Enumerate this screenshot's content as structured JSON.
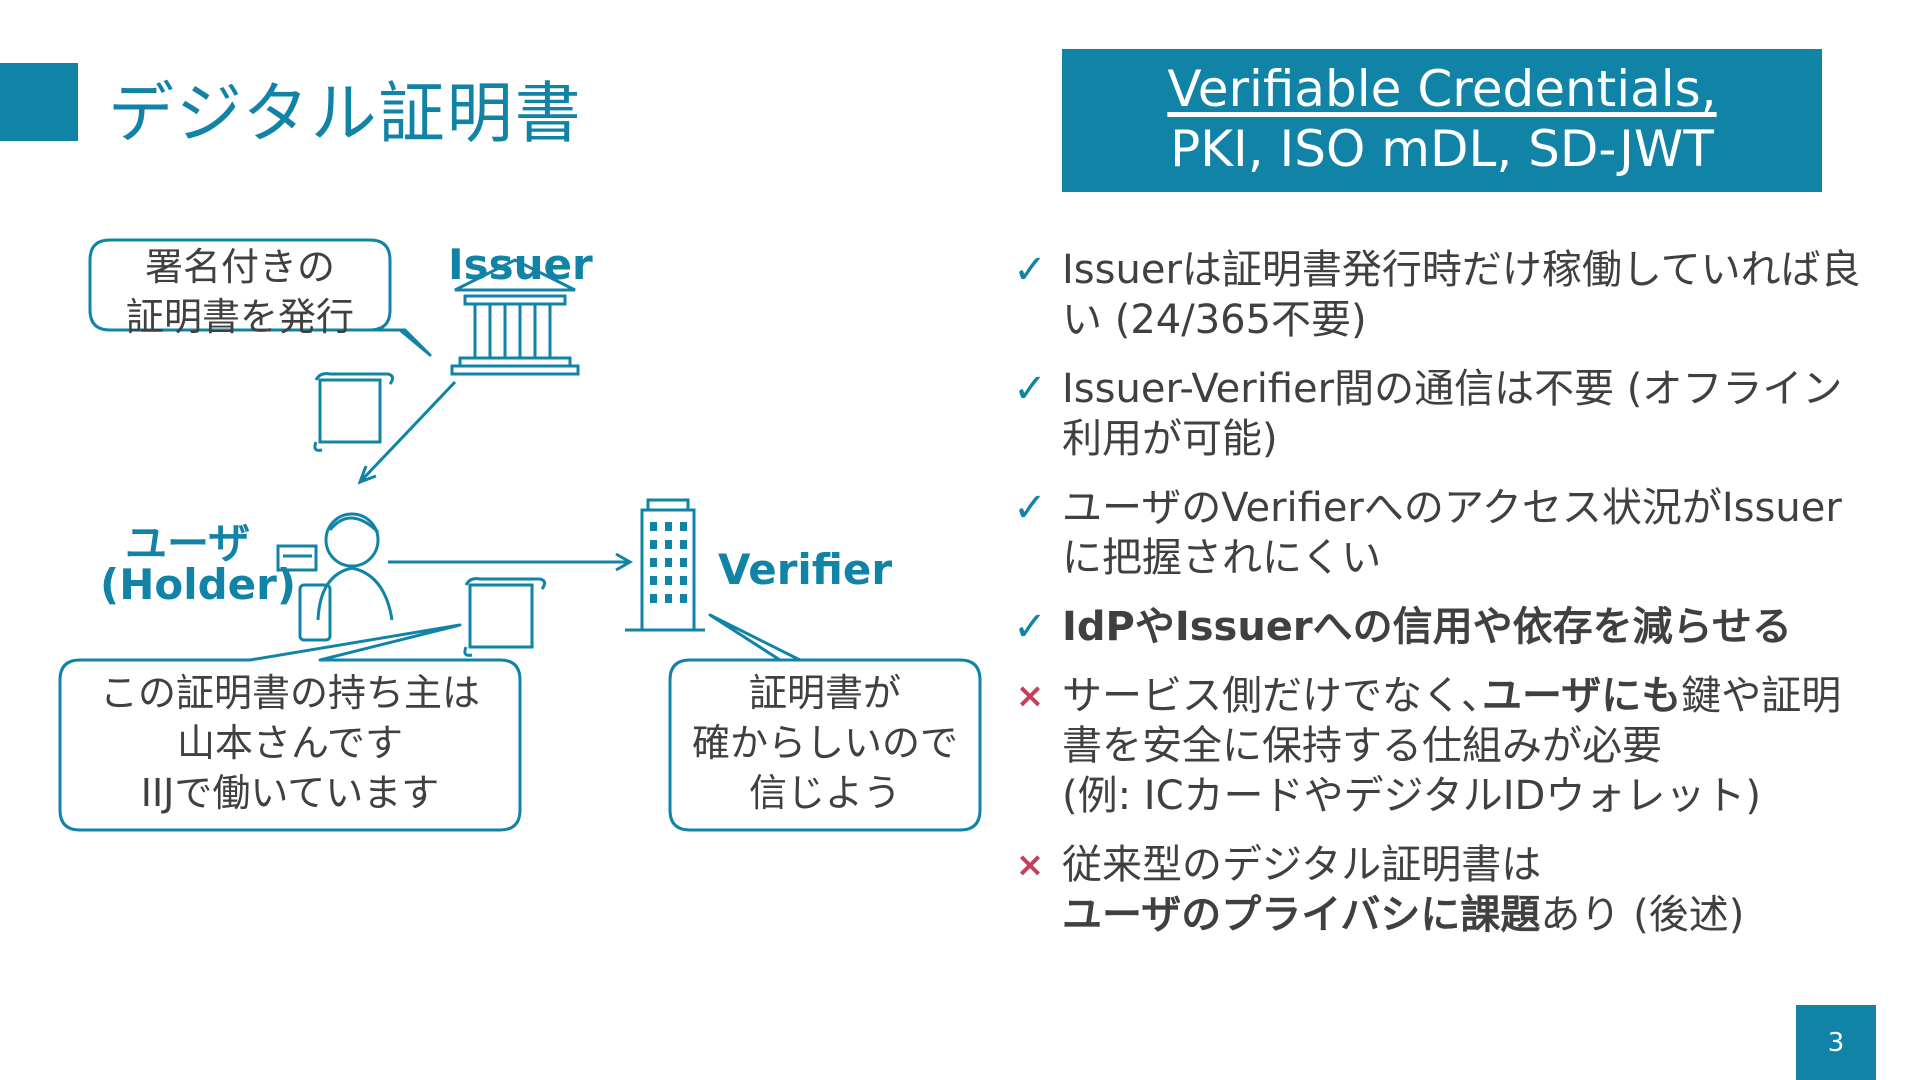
{
  "slide": {
    "title": "デジタル証明書",
    "topic_line1": "Verifiable Credentials,",
    "topic_line2": "PKI, ISO mDL, SD-JWT",
    "page_number": "3",
    "accent_color": "#1183a6",
    "cross_color": "#c2405a"
  },
  "diagram": {
    "issuer_label": "Issuer",
    "user_label_1": "ユーザ",
    "user_label_2": "(Holder)",
    "verifier_label": "Verifier",
    "issuer_bubble_1": "署名付きの",
    "issuer_bubble_2": "証明書を発行",
    "holder_bubble_1": "この証明書の持ち主は",
    "holder_bubble_2": "山本さんです",
    "holder_bubble_3": "IIJで働いています",
    "verifier_bubble_1": "証明書が",
    "verifier_bubble_2": "確からしいので",
    "verifier_bubble_3": "信じよう",
    "icons": [
      "bank-icon",
      "certificate-icon",
      "person-icon",
      "id-card-icon",
      "smartphone-icon",
      "building-icon"
    ]
  },
  "bullets": {
    "b1_text": "Issuerは証明書発行時だけ稼働していれば良い (24/365不要)",
    "b2_text": "Issuer-Verifier間の通信は不要 (オフライン利用が可能)",
    "b3_text": "ユーザのVerifierへのアクセス状況がIssuerに把握されにくい",
    "b4_bold": "IdPやIssuerへの信用や依存を減らせる",
    "b5_pre": "サービス側だけでなく､",
    "b5_bold": "ユーザにも",
    "b5_post": "鍵や証明書を安全に保持する仕組みが必要",
    "b5_note": "(例: ICカードやデジタルIDウォレット)",
    "b6_pre": "従来型のデジタル証明書は",
    "b6_bold": "ユーザのプライバシに課題",
    "b6_post": "あり (後述)",
    "check_mark": "✓",
    "cross_mark": "×"
  }
}
